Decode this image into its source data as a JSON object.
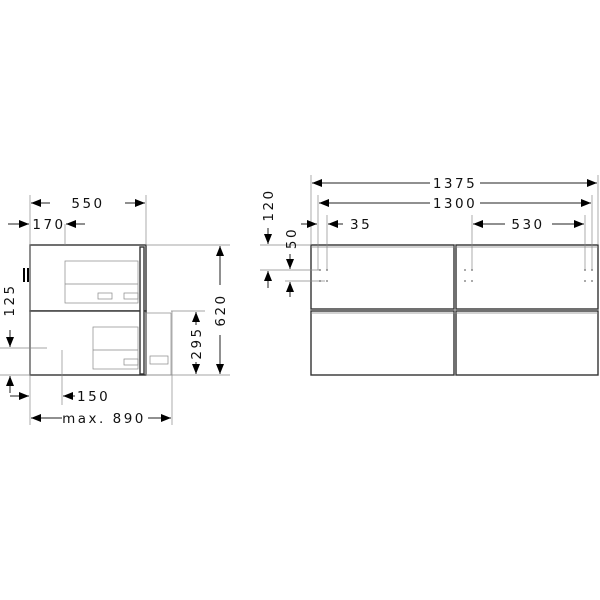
{
  "side_view": {
    "depth": "550",
    "offset_top": "170",
    "height_total": "620",
    "drawer_height": "295",
    "siphon_height": "125",
    "siphon_offset": "150",
    "max_depth_open": "max. 890"
  },
  "front_view": {
    "width_total": "1375",
    "width_inner": "1300",
    "edge_offset": "35",
    "hole_spacing": "530",
    "top_offset": "120",
    "hole_vertical": "50"
  }
}
